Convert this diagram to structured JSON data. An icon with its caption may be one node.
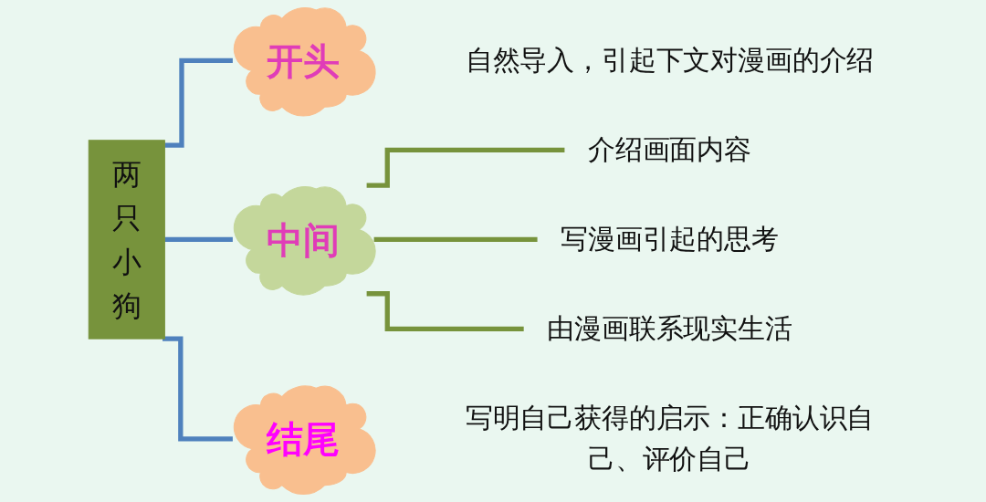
{
  "diagram": {
    "nodes": [
      {
        "text": [
          "两只小狗"
        ]
      },
      {
        "text": [
          "开头"
        ],
        "beside": [
          "自然导入，引起下文对漫画的介绍"
        ]
      },
      {
        "text": [
          "中间"
        ]
      },
      {
        "text": [
          "介绍画面内容"
        ]
      },
      {
        "text": [
          "写漫画引起的思考"
        ]
      },
      {
        "text": [
          "由漫画联系现实生活"
        ]
      },
      {
        "text": [
          "结尾"
        ],
        "beside": [
          "写明自己获得的启示：正确认识自己、评价自己"
        ]
      }
    ],
    "edges": [
      {
        "from": 0,
        "to": 1,
        "arrow": "none",
        "color": "#4f81bd"
      },
      {
        "from": 0,
        "to": 2,
        "arrow": "none",
        "color": "#4f81bd"
      },
      {
        "from": 0,
        "to": 6,
        "arrow": "none",
        "color": "#4f81bd"
      },
      {
        "from": 2,
        "to": 3,
        "arrow": "none",
        "color": "#77933c"
      },
      {
        "from": 2,
        "to": 4,
        "arrow": "none",
        "color": "#77933c"
      },
      {
        "from": 2,
        "to": 5,
        "arrow": "none",
        "color": "#77933c"
      }
    ]
  }
}
